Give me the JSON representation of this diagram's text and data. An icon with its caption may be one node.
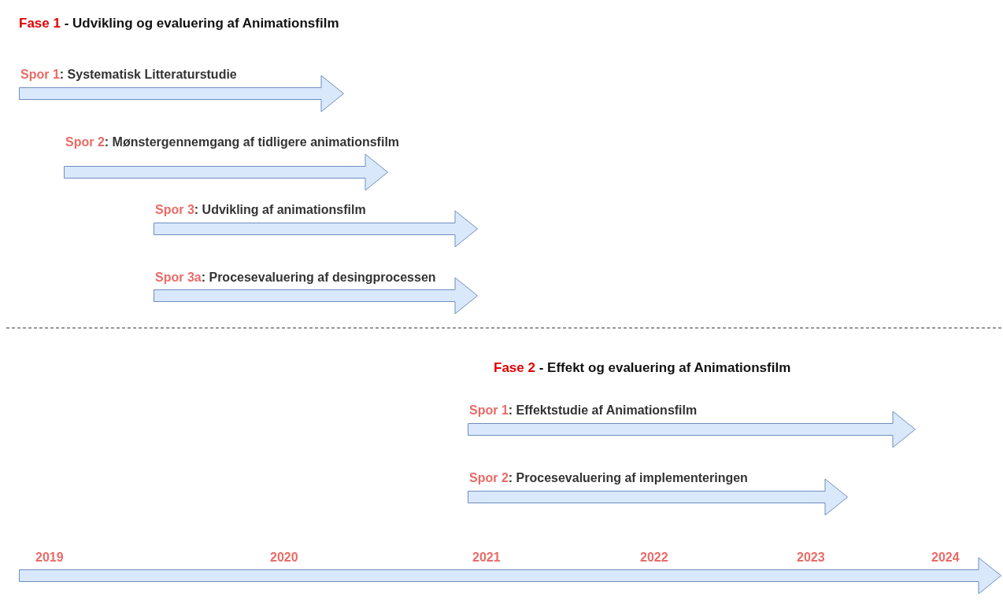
{
  "diagram": {
    "nodes": [
      {
        "text": [
          "Spor 1",
          ": Systematisk Litteraturstudie"
        ]
      },
      {
        "text": [
          "Spor 2",
          ": Mønstergennemgang af tidligere animationsfilm"
        ]
      },
      {
        "text": [
          "Spor 3",
          ": Udvikling af animationsfilm"
        ]
      },
      {
        "text": [
          "Spor 3a",
          ": Procesevaluering af desingprocessen"
        ]
      },
      {
        "text": [
          "Spor 1",
          ": Effektstudie af Animationsfilm"
        ]
      },
      {
        "text": [
          "Spor 2",
          ": Procesevaluering af implementeringen"
        ]
      },
      {
        "text": [
          "2019",
          "2020",
          "2021",
          "2022",
          "2023",
          "2024"
        ]
      }
    ],
    "labels": [
      "Fase 1",
      "- Udvikling og evaluering af Animationsfilm",
      "Fase 2",
      "- Effekt og evaluering af Animationsfilm"
    ]
  }
}
